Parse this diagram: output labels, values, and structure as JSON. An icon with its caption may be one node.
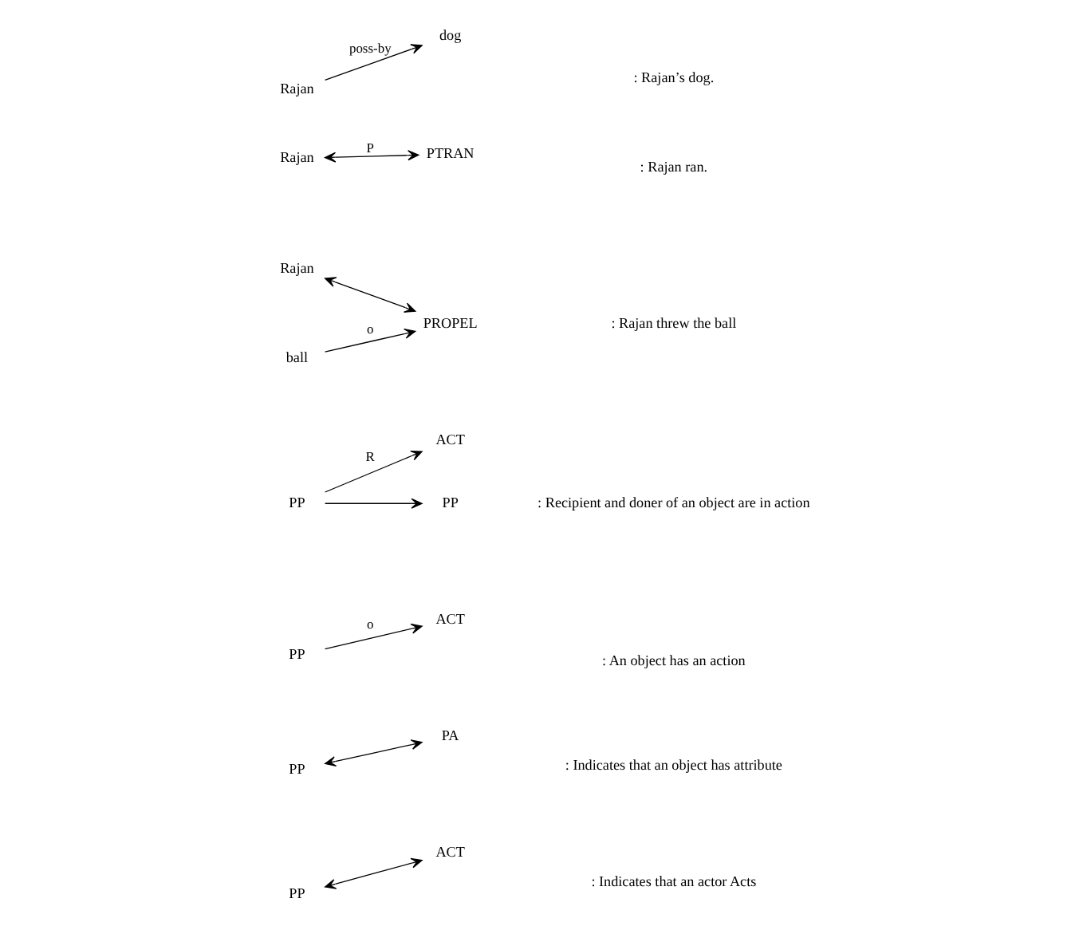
{
  "diagram": {
    "nodes": [
      {
        "text": [
          "PP"
        ]
      },
      {
        "text": [
          "ACT"
        ]
      },
      {
        "text": [
          "PP"
        ]
      },
      {
        "text": [
          "PA"
        ]
      },
      {
        "text": [
          "ACT"
        ]
      },
      {
        "text": [
          "PP"
        ]
      },
      {
        "text": [
          "ACT"
        ]
      },
      {
        "text": [
          "PP"
        ]
      },
      {
        "text": [
          "PP"
        ]
      },
      {
        "text": [
          "Rajan"
        ]
      },
      {
        "text": [
          "PROPEL"
        ]
      },
      {
        "text": [
          "ball"
        ]
      },
      {
        "text": [
          "Rajan"
        ]
      },
      {
        "text": [
          "PTRAN"
        ]
      },
      {
        "text": [
          "dog"
        ]
      },
      {
        "text": [
          "Rajan"
        ]
      }
    ],
    "edges": [
      {
        "from": 0,
        "to": 1,
        "arrow": "both"
      },
      {
        "from": 2,
        "to": 3,
        "arrow": "both"
      },
      {
        "from": 5,
        "to": 4,
        "arrow": "to",
        "label": "o"
      },
      {
        "from": 8,
        "to": 6,
        "arrow": "to",
        "label": "R"
      },
      {
        "from": 8,
        "to": 7,
        "arrow": "to"
      },
      {
        "from": 9,
        "to": 10,
        "arrow": "both"
      },
      {
        "from": 11,
        "to": 10,
        "arrow": "to",
        "label": "o"
      },
      {
        "from": 12,
        "to": 13,
        "arrow": "both",
        "label": "P"
      },
      {
        "from": 15,
        "to": 14,
        "arrow": "to",
        "label": "poss-by"
      }
    ],
    "labels": [
      ": Indicates that an actor Acts",
      ": Indicates that an object has attribute",
      ": An object has an action",
      ": Recipient and doner of an object are in action",
      ": Rajan threw the ball",
      ": Rajan ran.",
      ": Rajan’s dog."
    ]
  }
}
